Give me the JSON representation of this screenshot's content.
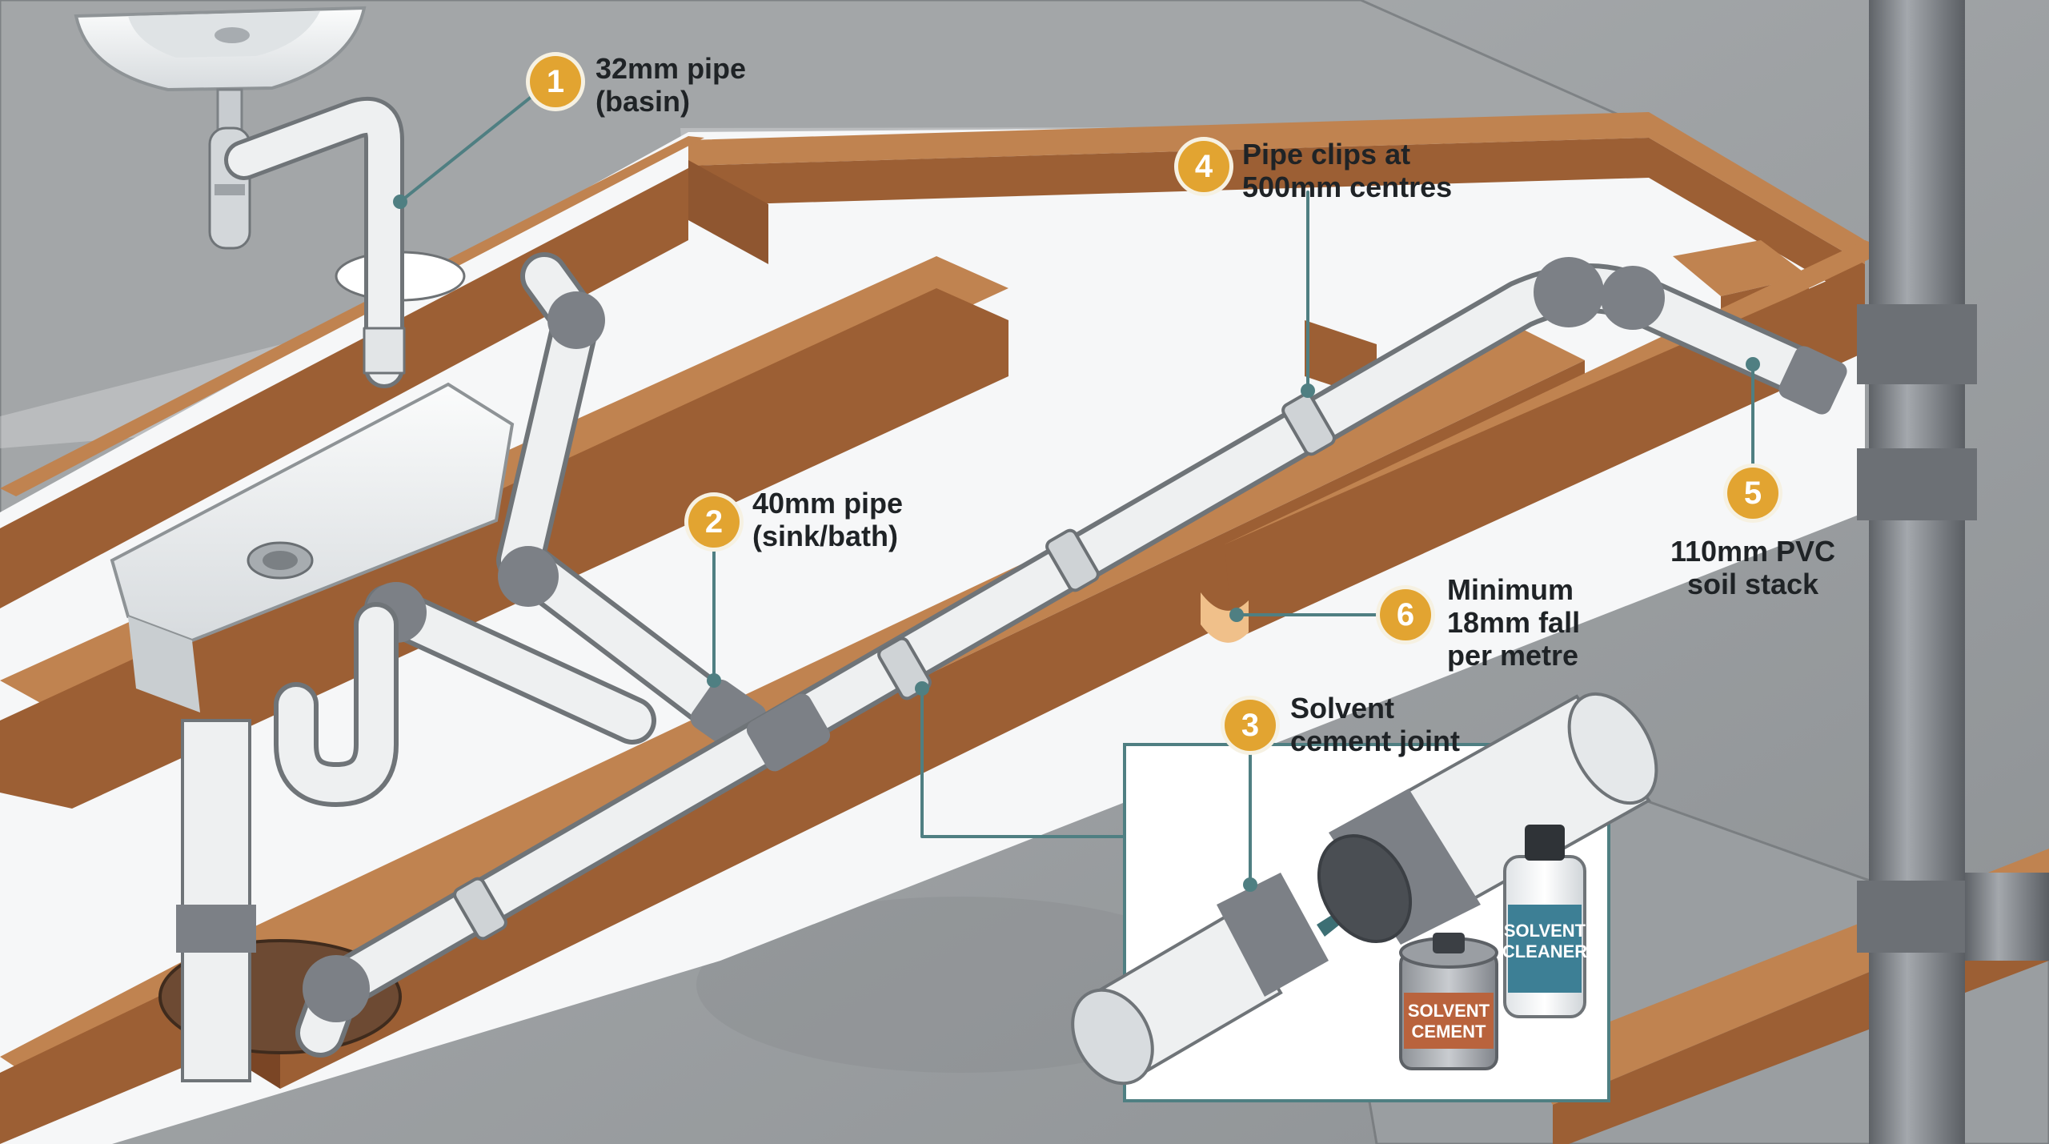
{
  "callouts": [
    {
      "number": "1",
      "lines": [
        "32mm pipe",
        "(basin)"
      ]
    },
    {
      "number": "2",
      "lines": [
        "40mm pipe",
        "(sink/bath)"
      ]
    },
    {
      "number": "3",
      "lines": [
        "Solvent",
        "cement joint"
      ]
    },
    {
      "number": "4",
      "lines": [
        "Pipe clips at",
        "500mm centres"
      ]
    },
    {
      "number": "5",
      "lines": [
        "110mm PVC",
        "soil stack"
      ]
    },
    {
      "number": "6",
      "lines": [
        "Minimum",
        "18mm fall",
        "per metre"
      ]
    }
  ],
  "products": {
    "cleaner": {
      "line1": "SOLVENT",
      "line2": "CLEANER"
    },
    "cement": {
      "line1": "SOLVENT",
      "line2": "CEMENT"
    }
  },
  "colors": {
    "badge": "#e2a431",
    "leader_line": "#4f7f82",
    "floor": "#9fa3a6",
    "timber": "#9c5f34",
    "pvc_white": "#eef0f1",
    "pvc_grey": "#7c8086",
    "cleaner_label": "#3d7f95",
    "cement_label": "#b9633d"
  }
}
